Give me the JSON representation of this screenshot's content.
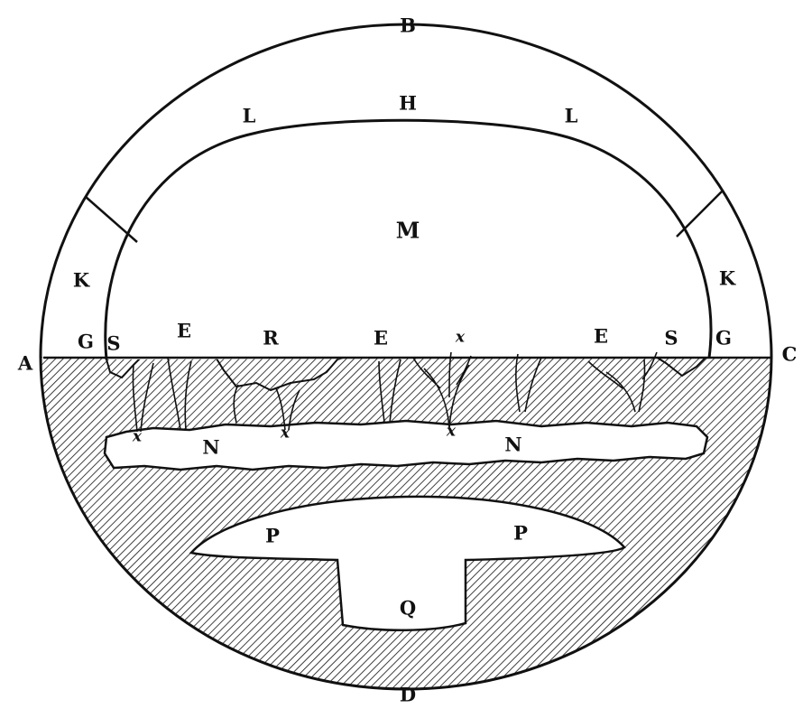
{
  "diagram": {
    "labels": {
      "A": "A",
      "B": "B",
      "C": "C",
      "D": "D",
      "H": "H",
      "L_left": "L",
      "L_right": "L",
      "M": "M",
      "K_left": "K",
      "K_right": "K",
      "G_left": "G",
      "G_right": "G",
      "S_left": "S",
      "S_right": "S",
      "E_left": "E",
      "E_mid": "E",
      "E_right": "E",
      "R": "R",
      "x_top": "x",
      "x_1": "x",
      "x_2": "x",
      "x_3": "x",
      "N_left": "N",
      "N_right": "N",
      "P_left": "P",
      "P_right": "P",
      "Q": "Q"
    },
    "colors": {
      "ink": "#111111",
      "paper": "#ffffff"
    }
  }
}
